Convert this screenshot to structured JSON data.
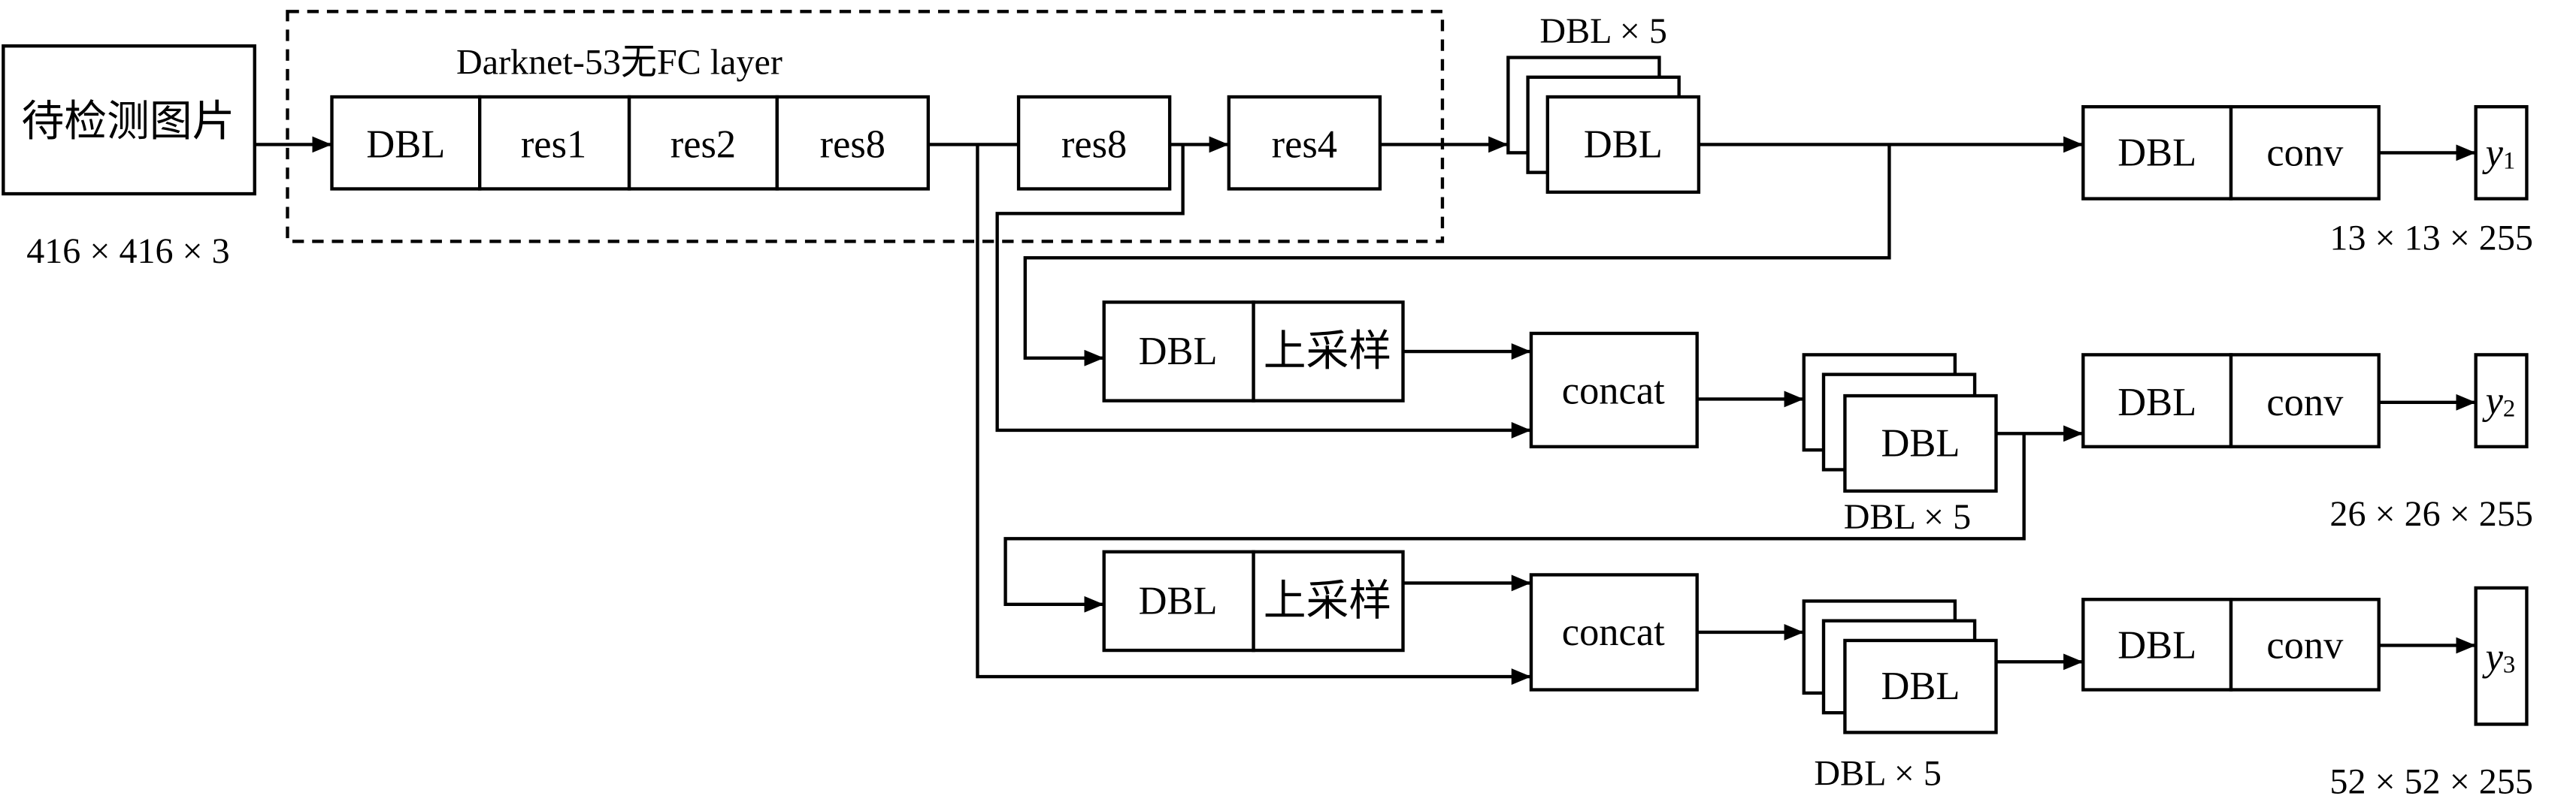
{
  "input": {
    "label": "待检测图片",
    "shape": "416 × 416 × 3"
  },
  "backbone": {
    "title": "Darknet-53无FC layer",
    "blocks": [
      "DBL",
      "res1",
      "res2",
      "res8"
    ],
    "res8b": "res8",
    "res4": "res4"
  },
  "branch1": {
    "stack_block": "DBL",
    "stack_label": "DBL × 5",
    "head": [
      "DBL",
      "conv"
    ],
    "output": {
      "symbol": "y",
      "index": "1"
    },
    "shape": "13 × 13 × 255"
  },
  "branch2": {
    "upsample": [
      "DBL",
      "上采样"
    ],
    "concat": "concat",
    "stack_block": "DBL",
    "stack_label": "DBL × 5",
    "head": [
      "DBL",
      "conv"
    ],
    "output": {
      "symbol": "y",
      "index": "2"
    },
    "shape": "26 × 26 × 255"
  },
  "branch3": {
    "upsample": [
      "DBL",
      "上采样"
    ],
    "concat": "concat",
    "stack_block": "DBL",
    "stack_label": "DBL × 5",
    "head": [
      "DBL",
      "conv"
    ],
    "output": {
      "symbol": "y",
      "index": "3"
    },
    "shape": "52 × 52 × 255"
  }
}
